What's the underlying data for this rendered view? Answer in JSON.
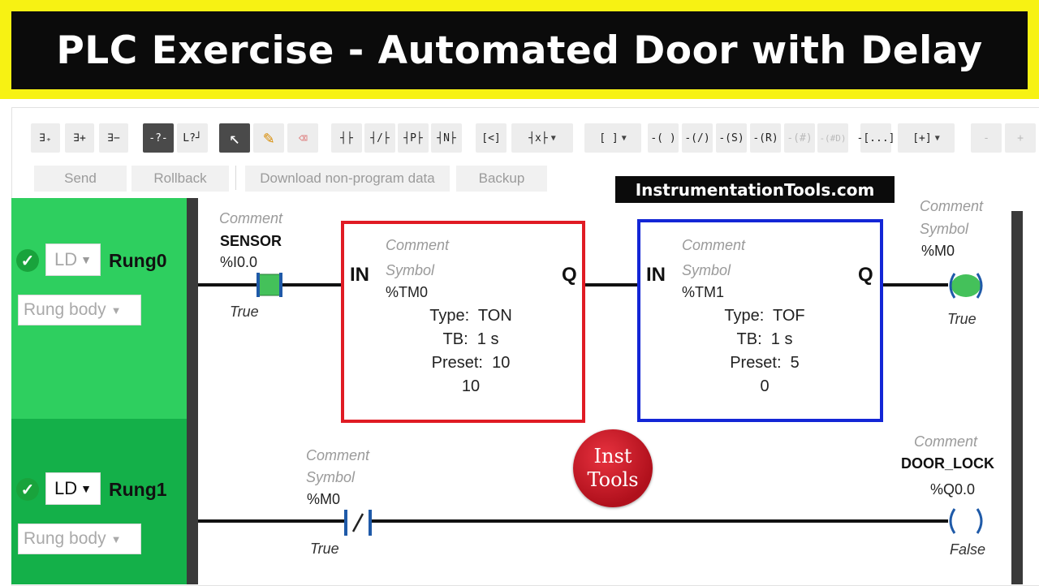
{
  "title": "PLC Exercise - Automated Door with Delay",
  "watermark": "InstrumentationTools.com",
  "badge": {
    "line1": "Inst",
    "line2": "Tools"
  },
  "toolbar": {
    "row1": [
      {
        "name": "insert-rung-button",
        "label": "∃₊"
      },
      {
        "name": "insert-rung-below-button",
        "label": "∃+"
      },
      {
        "name": "delete-rung-button",
        "label": "∃−"
      },
      {
        "name": "toggle-comment-button",
        "label": "-?-"
      },
      {
        "name": "ladder-view-button",
        "label": "L?┘"
      },
      {
        "name": "select-tool-button",
        "label": "↖"
      },
      {
        "name": "pencil-tool-button",
        "label": "✎"
      },
      {
        "name": "eraser-tool-button",
        "label": "⌫"
      },
      {
        "name": "no-contact-button",
        "label": "┤├"
      },
      {
        "name": "nc-contact-button",
        "label": "┤/├"
      },
      {
        "name": "p-contact-button",
        "label": "┤P├"
      },
      {
        "name": "n-contact-button",
        "label": "┤N├"
      },
      {
        "name": "compare-block-button",
        "label": "[<]"
      },
      {
        "name": "xor-block-button",
        "label": "┤x├"
      },
      {
        "name": "function-block-button",
        "label": "[ ]"
      },
      {
        "name": "coil-button",
        "label": "-( )"
      },
      {
        "name": "neg-coil-button",
        "label": "-(/)"
      },
      {
        "name": "set-coil-button",
        "label": "-(S)"
      },
      {
        "name": "reset-coil-button",
        "label": "-(R)"
      },
      {
        "name": "hash-coil-button",
        "label": "-(#)"
      },
      {
        "name": "hash-d-coil-button",
        "label": "-(#D)"
      },
      {
        "name": "operate-block-button",
        "label": "-[...]"
      },
      {
        "name": "add-block-button",
        "label": "[+]"
      },
      {
        "name": "zoom-out-button",
        "label": "-"
      },
      {
        "name": "zoom-in-button",
        "label": "+"
      }
    ],
    "send": "Send",
    "rollback": "Rollback",
    "download": "Download non-program data",
    "backup": "Backup"
  },
  "colors": {
    "rung0_panel": "#2ecf5f",
    "rung1_panel": "#14b049",
    "ton_border": "#e01b24",
    "tof_border": "#1326d6",
    "energized": "#44c15a"
  },
  "rungs": [
    {
      "ld": "LD",
      "label": "Rung0",
      "body": "Rung body",
      "contact": {
        "comment": "Comment",
        "symbol": "SENSOR",
        "address": "%I0.0",
        "state": "True"
      },
      "timer_on": {
        "in": "IN",
        "q": "Q",
        "comment": "Comment",
        "symbol": "Symbol",
        "address": "%TM0",
        "type_label": "Type:",
        "type": "TON",
        "tb_label": "TB:",
        "tb": "1 s",
        "preset_label": "Preset:",
        "preset": "10",
        "current": "10"
      },
      "timer_off": {
        "in": "IN",
        "q": "Q",
        "comment": "Comment",
        "symbol": "Symbol",
        "address": "%TM1",
        "type_label": "Type:",
        "type": "TOF",
        "tb_label": "TB:",
        "tb": "1 s",
        "preset_label": "Preset:",
        "preset": "5",
        "current": "0"
      },
      "coil": {
        "comment": "Comment",
        "symbol": "Symbol",
        "address": "%M0",
        "state": "True"
      }
    },
    {
      "ld": "LD",
      "label": "Rung1",
      "body": "Rung body",
      "contact": {
        "comment": "Comment",
        "symbol": "Symbol",
        "address": "%M0",
        "state": "True"
      },
      "coil": {
        "comment": "Comment",
        "symbol": "DOOR_LOCK",
        "address": "%Q0.0",
        "state": "False"
      }
    }
  ]
}
